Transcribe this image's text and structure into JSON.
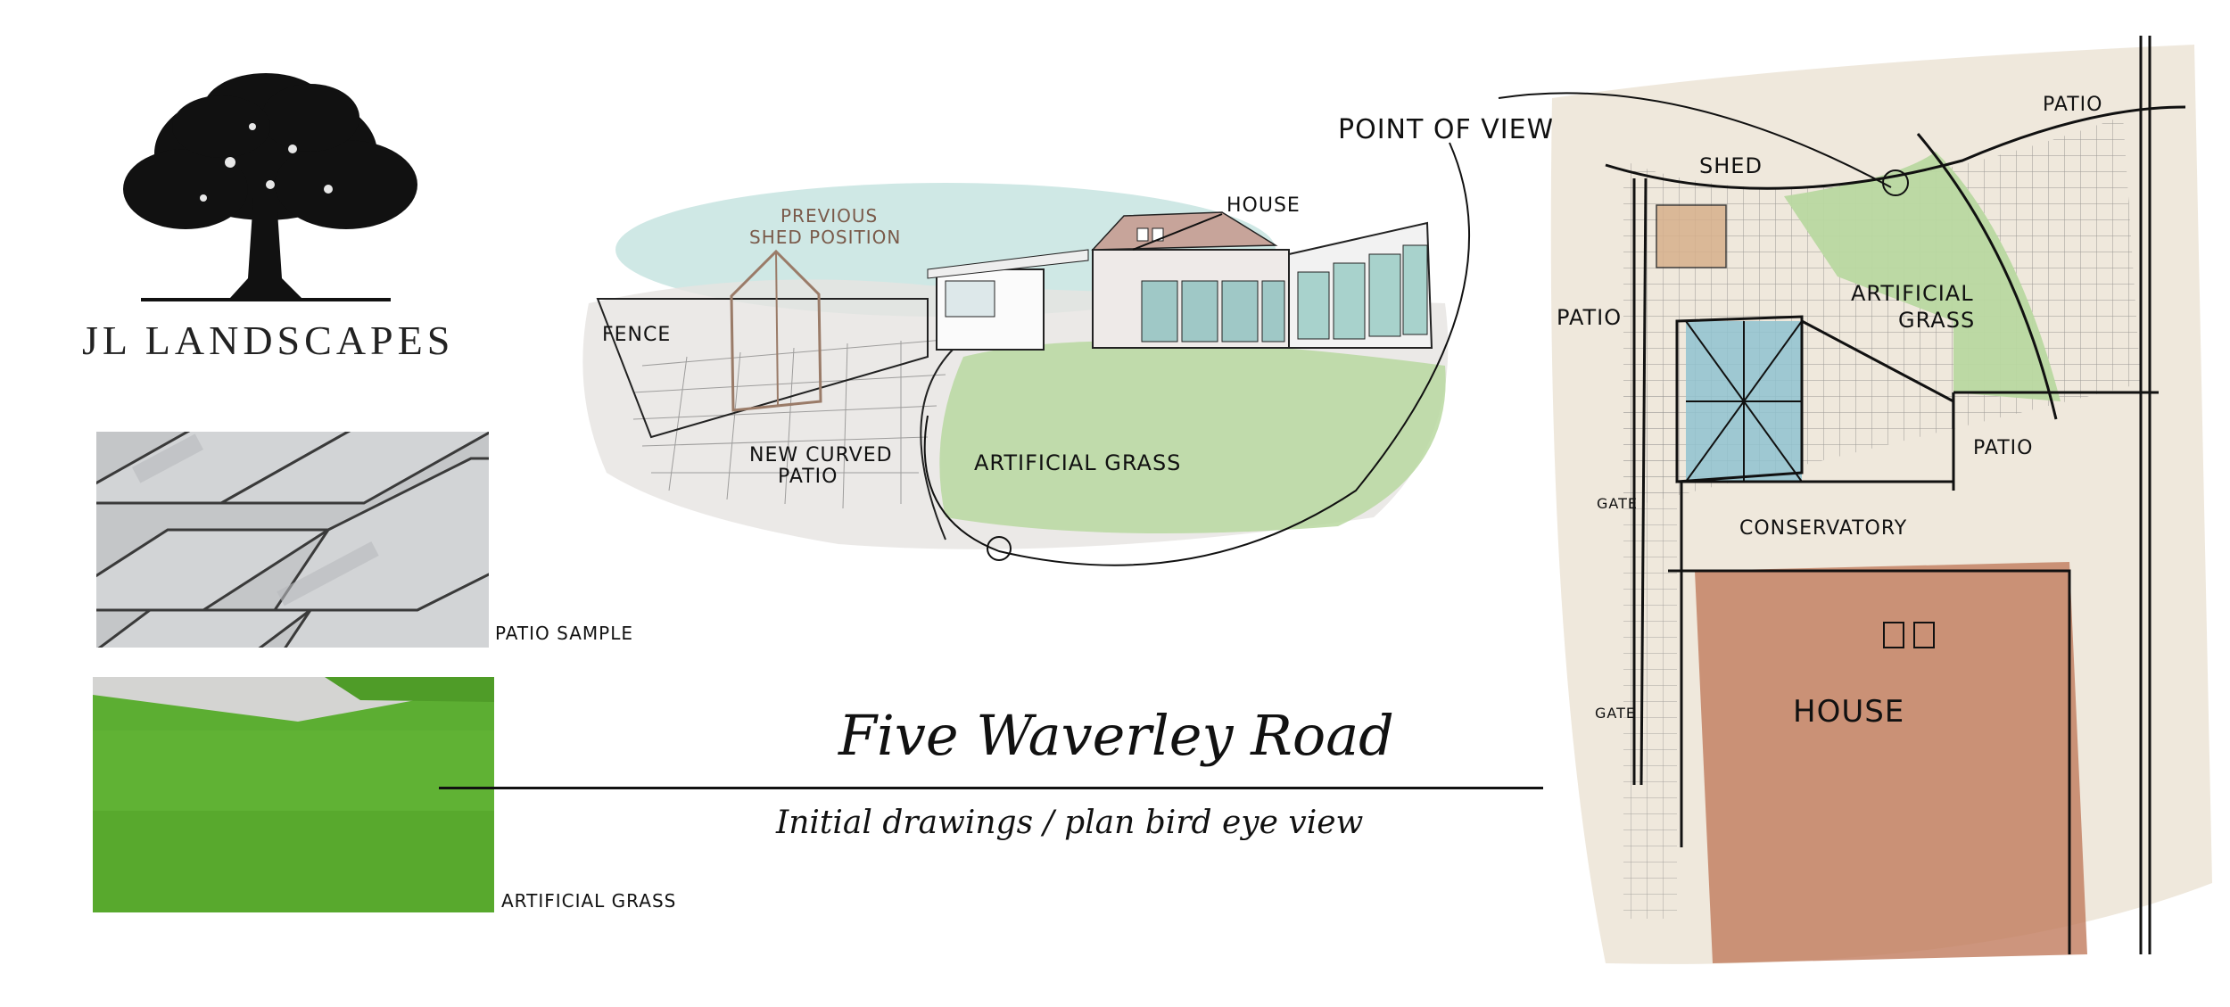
{
  "brand": {
    "name": "JL  LANDSCAPES"
  },
  "samples": {
    "patio_label": "PATIO SAMPLE",
    "grass_label": "ARTIFICIAL GRASS"
  },
  "title": "Five Waverley Road",
  "subtitle": "Initial drawings / plan  bird eye view",
  "perspective": {
    "previous_shed_line1": "PREVIOUS",
    "previous_shed_line2": "SHED POSITION",
    "house": "HOUSE",
    "fence": "FENCE",
    "new_patio_line1": "NEW CURVED",
    "new_patio_line2": "PATIO",
    "artificial_grass": "ARTIFICIAL GRASS",
    "point_of_view": "POINT OF VIEW"
  },
  "plan": {
    "patio_top": "PATIO",
    "shed": "SHED",
    "patio_left": "PATIO",
    "artificial_grass_line1": "ARTIFICIAL",
    "artificial_grass_line2": "GRASS",
    "patio_right": "PATIO",
    "gate_top": "GATE",
    "conservatory": "CONSERVATORY",
    "gate_bottom": "GATE",
    "house": "HOUSE"
  },
  "colors": {
    "grass_wash": "#b8d8a0",
    "sky_wash": "#bfe0dc",
    "shed_outline": "#9a7b68",
    "conservatory_wash": "#8fc2d0",
    "house_wash": "#c07a5c",
    "paper_wash": "#ece4d6"
  }
}
